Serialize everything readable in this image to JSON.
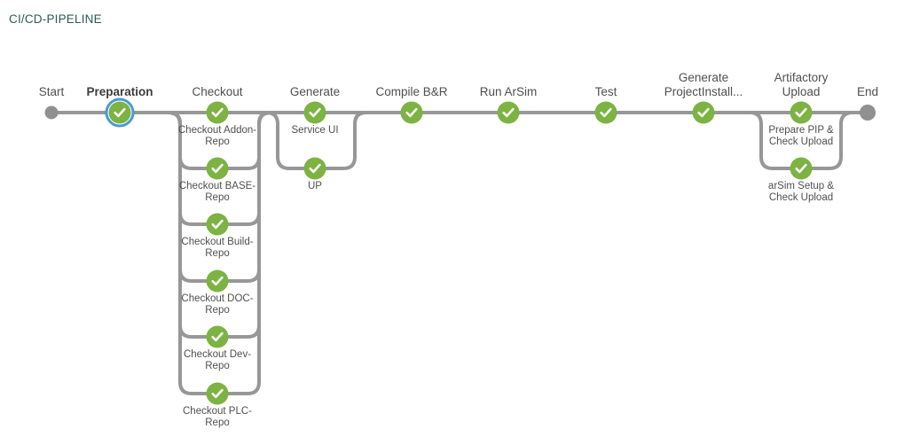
{
  "title": "CI/CD-PIPELINE",
  "colors": {
    "success_green": "#7cb342",
    "selected_ring_blue": "#4a9bd5",
    "edge_gray": "#979797",
    "terminal_dot_gray": "#909090",
    "title_teal": "#2e5953",
    "label_gray": "#4f4f4f"
  },
  "pipeline": {
    "stages": [
      {
        "id": "start",
        "label": "Start",
        "type": "terminal"
      },
      {
        "id": "preparation",
        "label": "Preparation",
        "status": "success",
        "selected": true
      },
      {
        "id": "checkout",
        "label": "Checkout",
        "status": "success"
      },
      {
        "id": "generate",
        "label": "Generate",
        "status": "success"
      },
      {
        "id": "compile-br",
        "label": "Compile B&R",
        "status": "success"
      },
      {
        "id": "run-arsim",
        "label": "Run ArSim",
        "status": "success"
      },
      {
        "id": "test",
        "label": "Test",
        "status": "success"
      },
      {
        "id": "generate-projectinstall",
        "label": "Generate\nProjectInstall...",
        "status": "success"
      },
      {
        "id": "artifactory-upload",
        "label": "Artifactory\nUpload",
        "status": "success"
      },
      {
        "id": "end",
        "label": "End",
        "type": "terminal"
      }
    ],
    "branches": {
      "checkout": [
        {
          "label": "Checkout Addon-\nRepo",
          "status": "success"
        },
        {
          "label": "Checkout BASE-\nRepo",
          "status": "success"
        },
        {
          "label": "Checkout Build-\nRepo",
          "status": "success"
        },
        {
          "label": "Checkout DOC-\nRepo",
          "status": "success"
        },
        {
          "label": "Checkout Dev-\nRepo",
          "status": "success"
        },
        {
          "label": "Checkout PLC-\nRepo",
          "status": "success"
        }
      ],
      "generate": [
        {
          "label": "Service UI",
          "status": "success"
        },
        {
          "label": "UP",
          "status": "success"
        }
      ],
      "artifactory_upload": [
        {
          "label": "Prepare PIP &\nCheck Upload",
          "status": "success"
        },
        {
          "label": "arSim Setup &\nCheck Upload",
          "status": "success"
        }
      ]
    }
  }
}
